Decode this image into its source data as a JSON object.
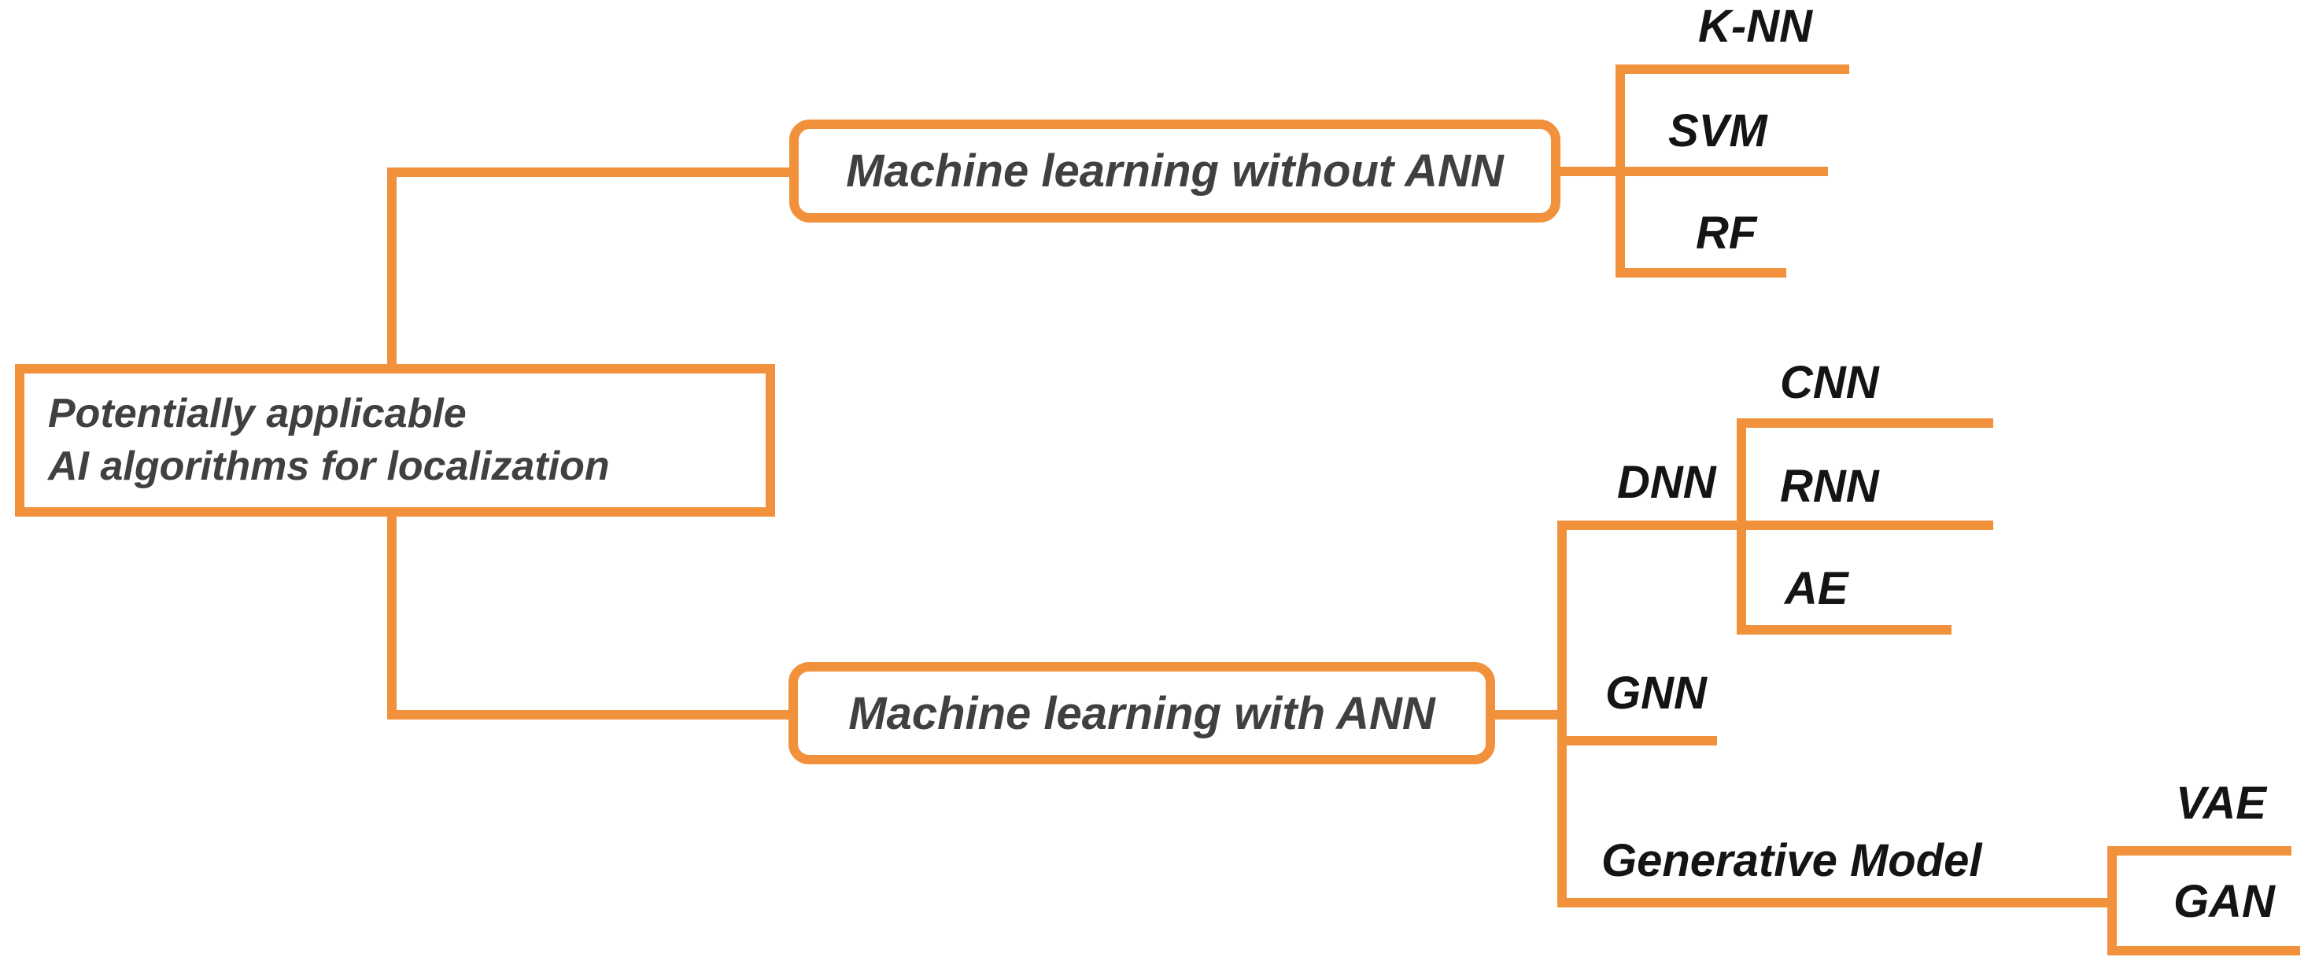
{
  "diagram_title": "Potentially applicable AI algorithms for localization taxonomy",
  "colors": {
    "accent_orange": "#F1913C",
    "node_text": "#3F4042",
    "leaf_text": "#141414"
  },
  "tree": {
    "root_label": "Potentially applicable\nAI algorithms for localization",
    "children": [
      {
        "label": "Machine learning without ANN",
        "children": [
          {
            "label": "K-NN"
          },
          {
            "label": "SVM"
          },
          {
            "label": "RF"
          }
        ]
      },
      {
        "label": "Machine learning with ANN",
        "children": [
          {
            "label": "DNN",
            "children": [
              {
                "label": "CNN"
              },
              {
                "label": "RNN"
              },
              {
                "label": "AE"
              }
            ]
          },
          {
            "label": "GNN"
          },
          {
            "label": "Generative Model",
            "children": [
              {
                "label": "VAE"
              },
              {
                "label": "GAN"
              }
            ]
          }
        ]
      }
    ]
  }
}
